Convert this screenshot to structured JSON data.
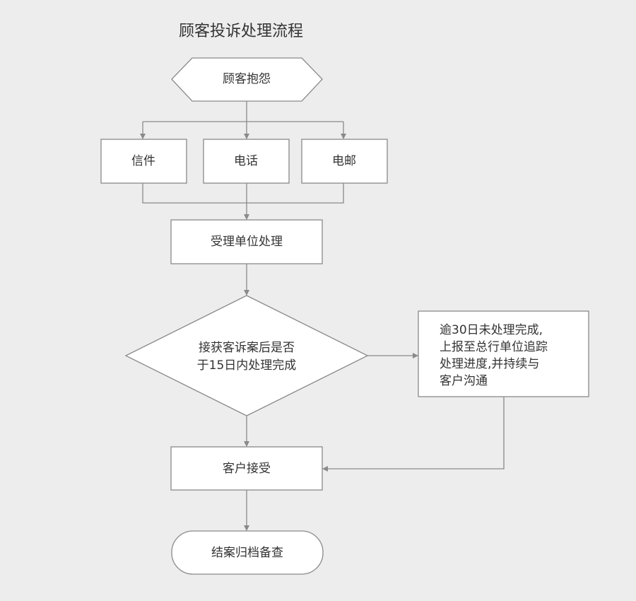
{
  "title": "顾客投诉处理流程",
  "nodes": {
    "start": "顾客抱怨",
    "letter": "信件",
    "phone": "电话",
    "email": "电邮",
    "handle": "受理单位处理",
    "decision": [
      "接获客诉案后是否",
      "于15日内处理完成"
    ],
    "escalate": [
      "逾30日未处理完成,",
      "上报至总行单位追踪",
      "处理进度,并持续与",
      "客户沟通"
    ],
    "accept": "客户接受",
    "end": "结案归档备查"
  },
  "colors": {
    "background": "#ededed",
    "box_fill": "#ffffff",
    "stroke": "#8a8a8a",
    "text": "#333333"
  }
}
